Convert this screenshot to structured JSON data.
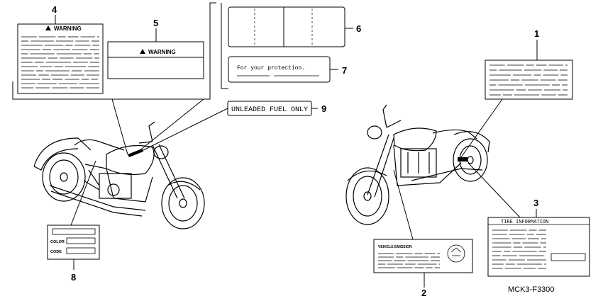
{
  "diagram": {
    "figure_code": "MCK3-F3300",
    "callouts": {
      "c1": "1",
      "c2": "2",
      "c3": "3",
      "c4": "4",
      "c5": "5",
      "c6": "6",
      "c7": "7",
      "c8": "8",
      "c9": "9"
    },
    "labels": {
      "warning_4": "WARNING",
      "warning_5": "WARNING",
      "protection": "For your protection.",
      "fuel": "UNLEADED FUEL ONLY",
      "emission": "VEHICLE EMISSION",
      "tire": "TIRE INFORMATION",
      "color": "COLOR",
      "code": "CODE"
    }
  }
}
